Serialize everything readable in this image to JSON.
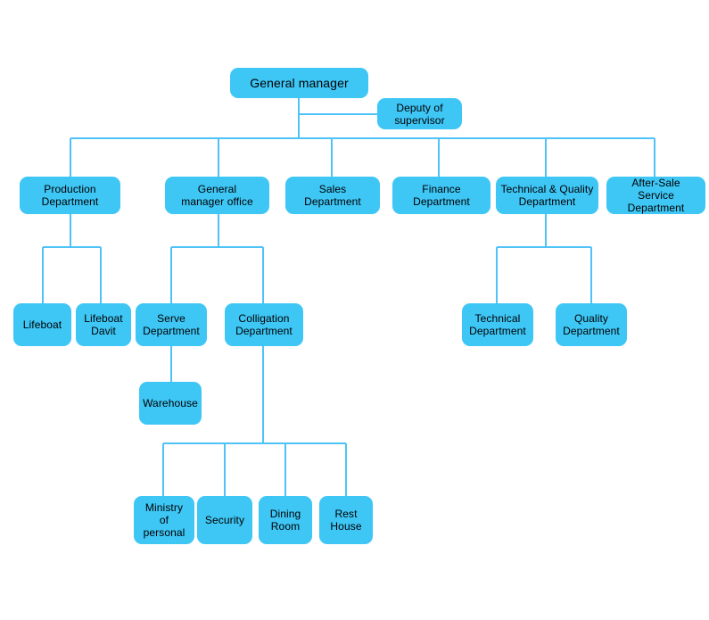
{
  "chart_data": {
    "type": "diagram",
    "diagram_type": "organizational-chart",
    "title": "",
    "palette": {
      "node_fill": "#3EC6F5",
      "node_text": "#000000",
      "connector": "#4FC3F7",
      "background": "#FFFFFF"
    },
    "levels": [
      [
        "General manager"
      ],
      [
        "Deputy of supervisor"
      ],
      [
        "Production Department",
        "General manager office",
        "Sales Department",
        "Finance Department",
        "Technical & Quality Department",
        "After-Sale Service Department"
      ],
      [
        "Lifeboat",
        "Lifeboat Davit",
        "Serve Department",
        "Colligation Department",
        "Technical Department",
        "Quality Department"
      ],
      [
        "Warehouse"
      ],
      [
        "Ministry of  personal",
        "Security",
        "Dining Room",
        "Rest House"
      ]
    ],
    "edges": [
      {
        "from": "General manager",
        "to": "Deputy of supervisor"
      },
      {
        "from": "General manager",
        "to": "Production Department"
      },
      {
        "from": "General manager",
        "to": "General manager office"
      },
      {
        "from": "General manager",
        "to": "Sales Department"
      },
      {
        "from": "General manager",
        "to": "Finance Department"
      },
      {
        "from": "General manager",
        "to": "Technical & Quality Department"
      },
      {
        "from": "General manager",
        "to": "After-Sale Service Department"
      },
      {
        "from": "Production Department",
        "to": "Lifeboat"
      },
      {
        "from": "Production Department",
        "to": "Lifeboat Davit"
      },
      {
        "from": "General manager office",
        "to": "Serve Department"
      },
      {
        "from": "General manager office",
        "to": "Colligation Department"
      },
      {
        "from": "Technical & Quality Department",
        "to": "Technical Department"
      },
      {
        "from": "Technical & Quality Department",
        "to": "Quality Department"
      },
      {
        "from": "Serve Department",
        "to": "Warehouse"
      },
      {
        "from": "Colligation Department",
        "to": "Ministry of  personal"
      },
      {
        "from": "Colligation Department",
        "to": "Security"
      },
      {
        "from": "Colligation Department",
        "to": "Dining Room"
      },
      {
        "from": "Colligation Department",
        "to": "Rest House"
      }
    ]
  },
  "nodes": {
    "general_manager": "General manager",
    "deputy_of_supervisor": "Deputy of\nsupervisor",
    "production_department": "Production\nDepartment",
    "general_manager_office": "General\nmanager office",
    "sales_department": "Sales\nDepartment",
    "finance_department": "Finance\nDepartment",
    "technical_quality_department": "Technical & Quality\nDepartment",
    "after_sale_service_department": "After-Sale\nService Department",
    "lifeboat": "Lifeboat",
    "lifeboat_davit": "Lifeboat\nDavit",
    "serve_department": "Serve\nDepartment",
    "colligation_department": "Colligation\nDepartment",
    "technical_department": "Technical\nDepartment",
    "quality_department": "Quality\nDepartment",
    "warehouse": "Warehouse",
    "ministry_of_personal": "Ministry\nof  personal",
    "security": "Security",
    "dining_room": "Dining\nRoom",
    "rest_house": "Rest\nHouse"
  }
}
